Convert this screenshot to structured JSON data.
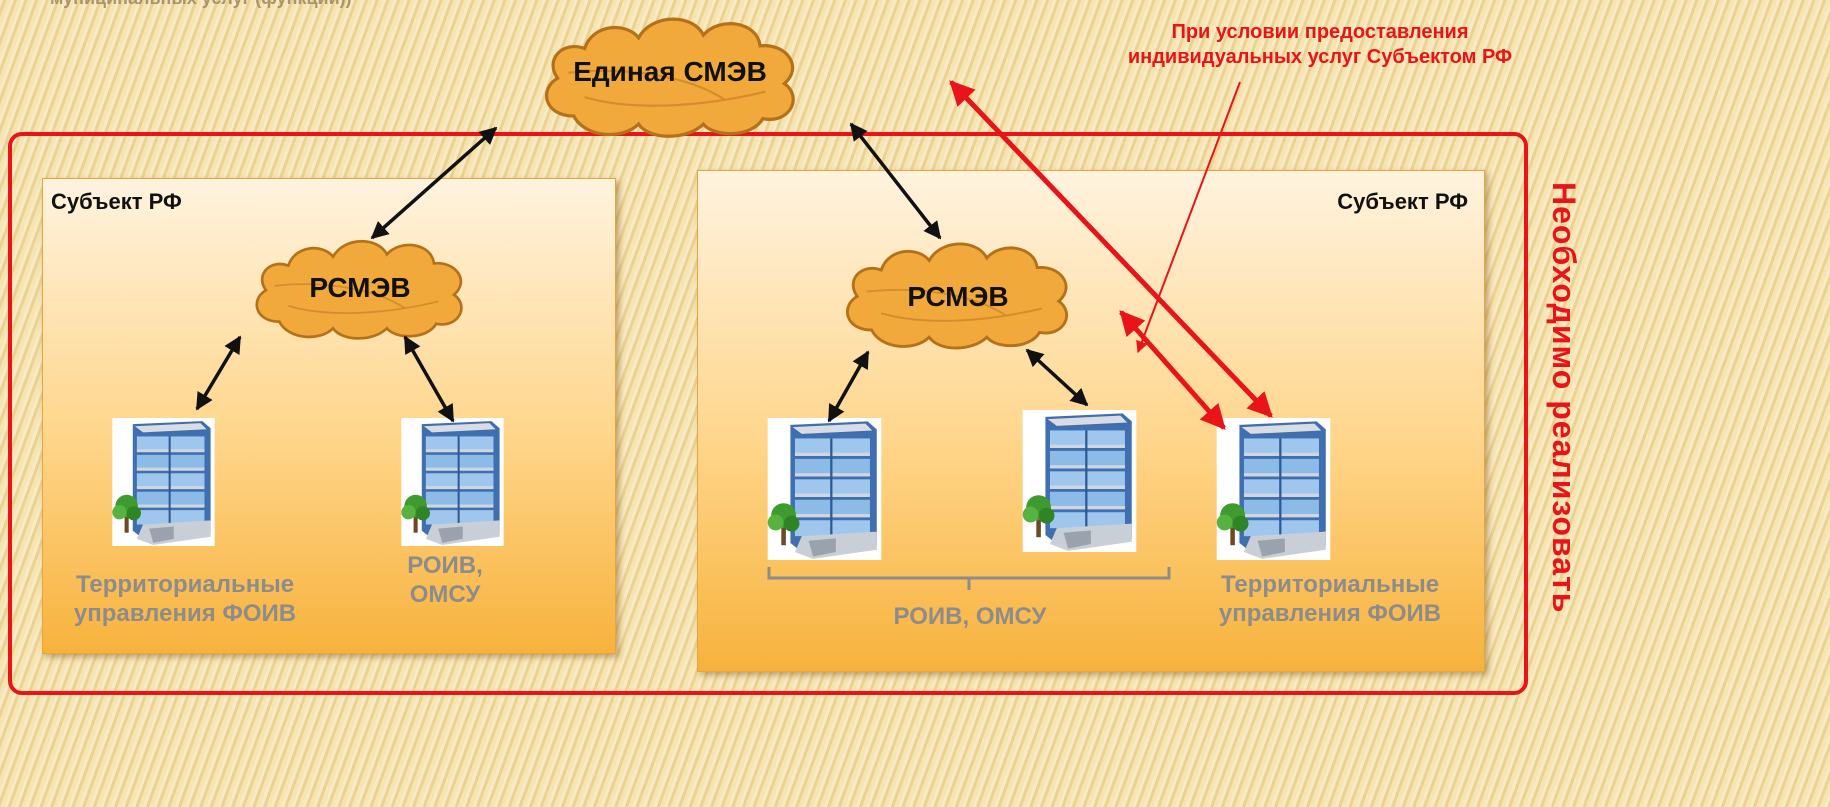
{
  "top_caption": "муниципальных услуг (функций))",
  "cloud_main": "Единая СМЭВ",
  "note": {
    "line1": "При условии предоставления",
    "line2": "индивидуальных услуг Субъектом РФ"
  },
  "vertical_label": "Необходимо реализовать",
  "left_panel": {
    "title": "Субъект РФ",
    "cloud": "РСМЭВ",
    "label_a_line1": "Территориальные",
    "label_a_line2": "управления ФОИВ",
    "label_b_line1": "РОИВ,",
    "label_b_line2": "ОМСУ"
  },
  "right_panel": {
    "title": "Субъект РФ",
    "cloud": "РСМЭВ",
    "group_label": "РОИВ, ОМСУ",
    "label_c_line1": "Территориальные",
    "label_c_line2": "управления ФОИВ"
  },
  "colors": {
    "cloud_fill": "#f0a93a",
    "cloud_stroke": "#b5711a",
    "accent_red": "#e8141a",
    "label_gray": "#8c8c8c"
  }
}
